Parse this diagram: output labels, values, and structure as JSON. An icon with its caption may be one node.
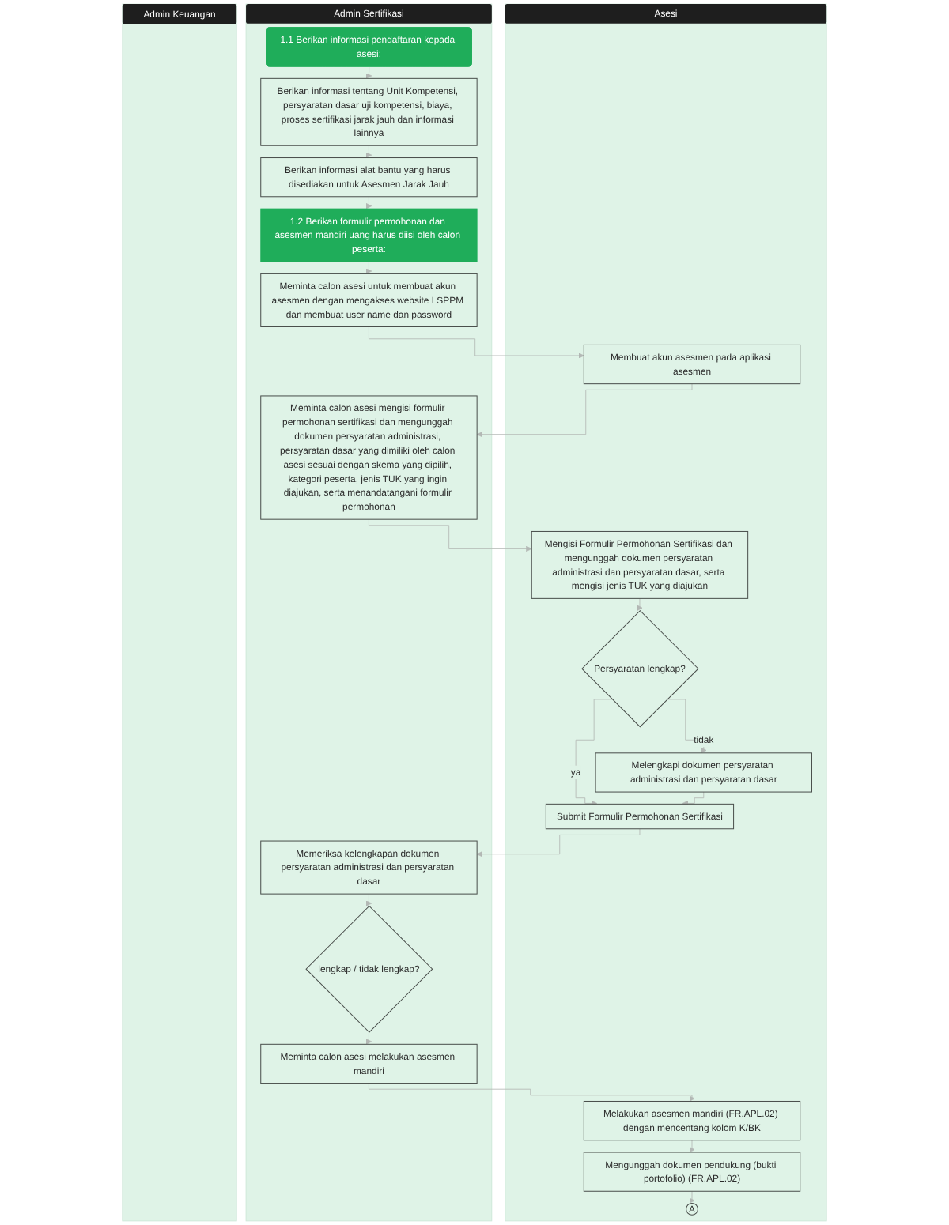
{
  "diagram": {
    "nodes": [
      {
        "text": [
          "Admin Keuangan"
        ]
      },
      {
        "text": [
          "Admin Sertifikasi"
        ]
      },
      {
        "text": [
          "Asesi"
        ]
      },
      {
        "text": [
          "1.1 Berikan informasi pendaftaran kepada asesi:"
        ],
        "in": 1
      },
      {
        "text": [
          "Berikan informasi tentang Unit Kompetensi, persyaratan dasar uji kompetensi, biaya, proses sertifikasi jarak jauh dan informasi lainnya"
        ],
        "in": 1
      },
      {
        "text": [
          "Berikan informasi alat bantu yang harus disediakan untuk Asesmen Jarak Jauh"
        ],
        "in": 1
      },
      {
        "text": [
          "1.2 Berikan formulir permohonan dan asesmen mandiri uang harus diisi oleh calon peserta:"
        ],
        "in": 1
      },
      {
        "text": [
          "Meminta calon asesi untuk membuat akun asesmen dengan mengakses website LSPPM dan membuat user name dan password"
        ],
        "in": 1
      },
      {
        "text": [
          "Membuat akun asesmen pada aplikasi asesmen"
        ],
        "in": 2
      },
      {
        "text": [
          "Meminta calon asesi mengisi formulir permohonan sertifikasi dan mengunggah dokumen persyaratan administrasi, persyaratan dasar yang dimiliki oleh calon asesi sesuai dengan skema yang dipilih, kategori peserta, jenis TUK yang ingin diajukan, serta menandatangani formulir permohonan"
        ],
        "in": 1
      },
      {
        "text": [
          "Mengisi Formulir Permohonan Sertifikasi dan mengunggah dokumen persyaratan administrasi dan persyaratan dasar, serta mengisi jenis TUK yang diajukan"
        ],
        "in": 2
      },
      {
        "text": [
          "Persyaratan lengkap?"
        ],
        "in": 2
      },
      {
        "text": [
          "Submit Formulir Permohonan Sertifikasi"
        ],
        "in": 2
      },
      {
        "text": [
          "Melengkapi dokumen persyaratan administrasi dan persyaratan dasar"
        ],
        "in": 2
      },
      {
        "text": [
          "Memeriksa kelengkapan dokumen persyaratan administrasi dan persyaratan dasar"
        ],
        "in": 1
      },
      {
        "text": [
          "lengkap / tidak lengkap?"
        ],
        "in": 1
      },
      {
        "text": [
          "Meminta calon asesi melakukan asesmen mandiri"
        ],
        "in": 1
      },
      {
        "text": [
          "Melakukan asesmen mandiri (FR.APL.02) dengan mencentang kolom K/BK"
        ],
        "in": 2
      },
      {
        "text": [
          "Mengunggah dokumen pendukung (bukti portofolio) (FR.APL.02)"
        ],
        "in": 2
      },
      {
        "text": [
          "A"
        ],
        "in": 2
      }
    ],
    "edges": [
      {
        "from": 3,
        "to": 4,
        "arrow": "to"
      },
      {
        "from": 4,
        "to": 5,
        "arrow": "to"
      },
      {
        "from": 5,
        "to": 6,
        "arrow": "to"
      },
      {
        "from": 6,
        "to": 7,
        "arrow": "to"
      },
      {
        "from": 7,
        "to": 8,
        "arrow": "to"
      },
      {
        "from": 8,
        "to": 9,
        "arrow": "to"
      },
      {
        "from": 9,
        "to": 10,
        "arrow": "to"
      },
      {
        "from": 10,
        "to": 11,
        "arrow": "to"
      },
      {
        "from": 11,
        "to": 12,
        "arrow": "to",
        "label": "ya"
      },
      {
        "from": 11,
        "to": 13,
        "arrow": "to",
        "label": "tidak"
      },
      {
        "from": 13,
        "to": 12,
        "arrow": "to"
      },
      {
        "from": 12,
        "to": 14,
        "arrow": "to"
      },
      {
        "from": 14,
        "to": 15,
        "arrow": "to"
      },
      {
        "from": 15,
        "to": 16,
        "arrow": "to"
      },
      {
        "from": 16,
        "to": 17,
        "arrow": "to"
      },
      {
        "from": 17,
        "to": 18,
        "arrow": "to"
      },
      {
        "from": 18,
        "to": 19,
        "arrow": "to"
      }
    ]
  }
}
